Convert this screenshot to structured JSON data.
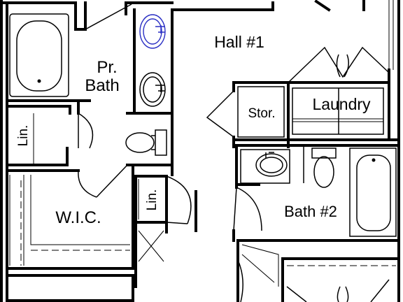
{
  "plan": {
    "rooms": {
      "primary_bath": [
        "Pr.",
        "Bath"
      ],
      "hall": "Hall #1",
      "laundry": "Laundry",
      "storage": "Stor.",
      "linen_left": "Lin.",
      "linen_center": "Lin.",
      "closet": "W.I.C.",
      "bath2": "Bath #2"
    },
    "colors": {
      "wall": "#000000",
      "selected_fixture": "#2a2fc4",
      "background": "#ffffff"
    }
  }
}
